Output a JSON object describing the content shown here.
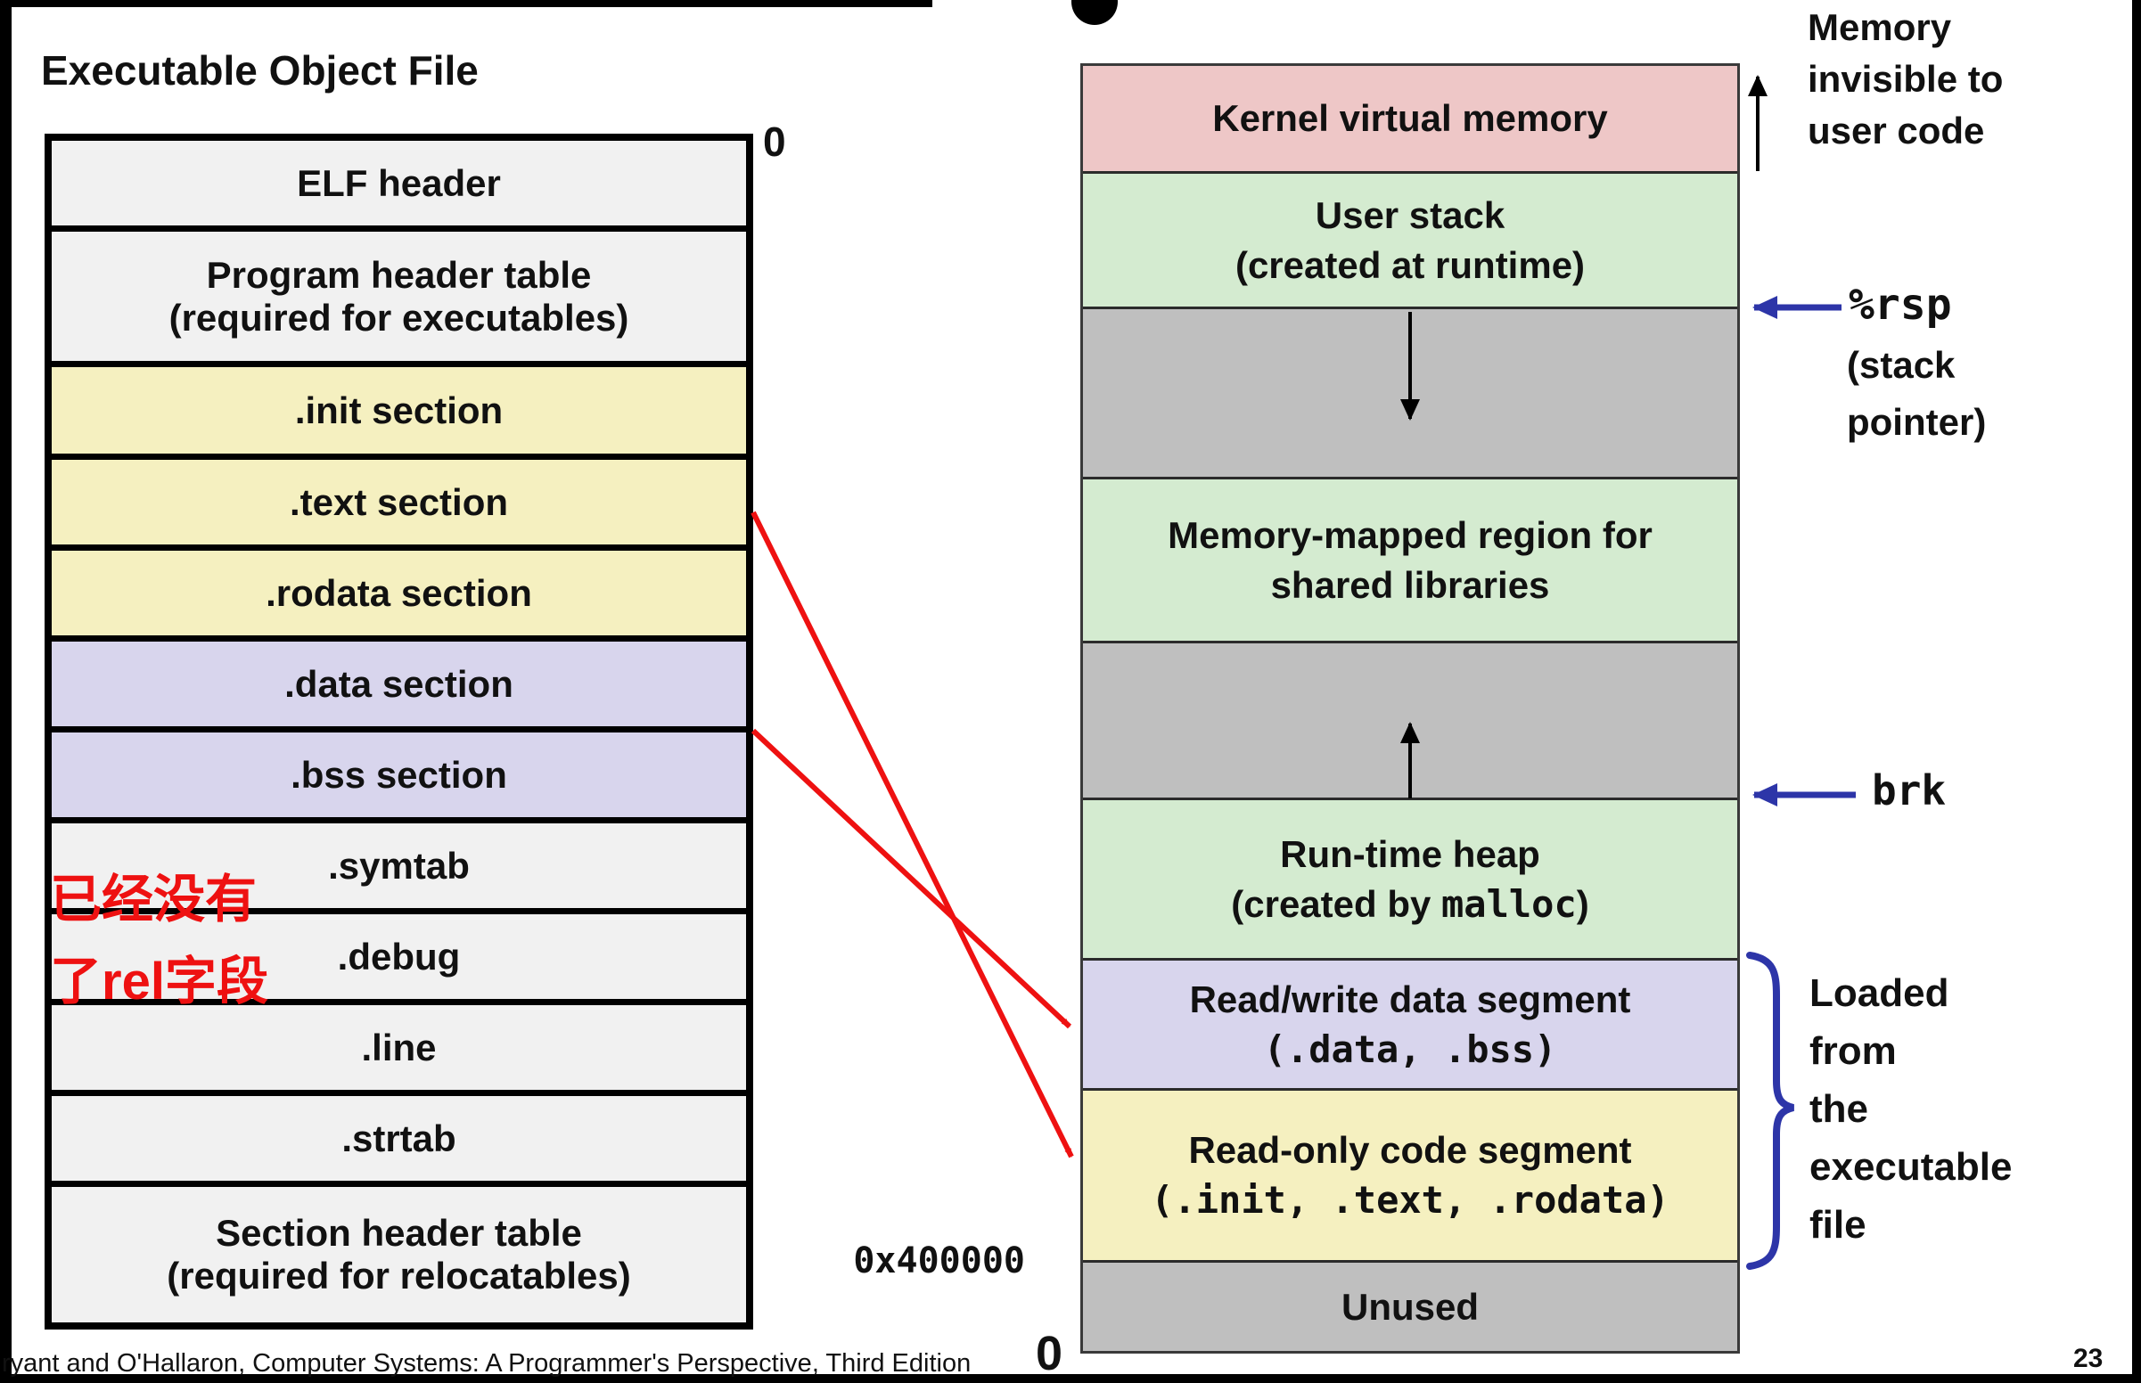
{
  "left_panel": {
    "title": "Executable Object File",
    "top_address": "0",
    "overlay_note_line1": "已经没有",
    "overlay_note_line2": "了rel字段",
    "rows": [
      {
        "label": "ELF header",
        "sub": ""
      },
      {
        "label": "Program header table",
        "sub": "(required for executables)"
      },
      {
        "label": ".init section",
        "sub": ""
      },
      {
        "label": ".text section",
        "sub": ""
      },
      {
        "label": ".rodata section",
        "sub": ""
      },
      {
        "label": ".data section",
        "sub": ""
      },
      {
        "label": ".bss section",
        "sub": ""
      },
      {
        "label": ".symtab",
        "sub": ""
      },
      {
        "label": ".debug",
        "sub": ""
      },
      {
        "label": ".line",
        "sub": ""
      },
      {
        "label": ".strtab",
        "sub": ""
      },
      {
        "label": "Section header table",
        "sub": "(required for relocatables)"
      }
    ]
  },
  "memory_panel": {
    "bottom_address": "0x400000",
    "zero_address": "0",
    "rows": [
      {
        "label": "Kernel virtual memory"
      },
      {
        "label": "User stack",
        "sub": "(created at runtime)"
      },
      {
        "label": ""
      },
      {
        "label": "Memory-mapped region for",
        "sub": "shared libraries"
      },
      {
        "label": ""
      },
      {
        "label": "Run-time heap",
        "sub_prefix": "(created by ",
        "sub_mono": "malloc",
        "sub_suffix": ")"
      },
      {
        "label": "Read/write data segment",
        "sub_mono": "(.data, .bss)"
      },
      {
        "label": "Read-only code segment",
        "sub_mono": "(.init, .text, .rodata)"
      },
      {
        "label": "Unused"
      }
    ]
  },
  "annotations": {
    "memory_invisible": [
      "Memory",
      "invisible to",
      "user code"
    ],
    "rsp": "%rsp",
    "rsp_sub": [
      "(stack",
      "pointer)"
    ],
    "brk": "brk",
    "loaded": [
      "Loaded",
      "from",
      "the",
      "executable",
      "file"
    ]
  },
  "footer": {
    "text": "ryant and O'Hallaron, Computer Systems: A Programmer's Perspective, Third Edition",
    "page": "23"
  },
  "colors": {
    "section_yellow": "#f5f0c0",
    "section_lavender": "#d8d5ed",
    "section_lightgray": "#f1f1f1",
    "kernel_pink": "#eec7c7",
    "runtime_green": "#d4ebd0",
    "unused_gray": "#bfbfbf",
    "annotation_red": "#ee1111",
    "pointer_blue": "#2d35a8"
  }
}
